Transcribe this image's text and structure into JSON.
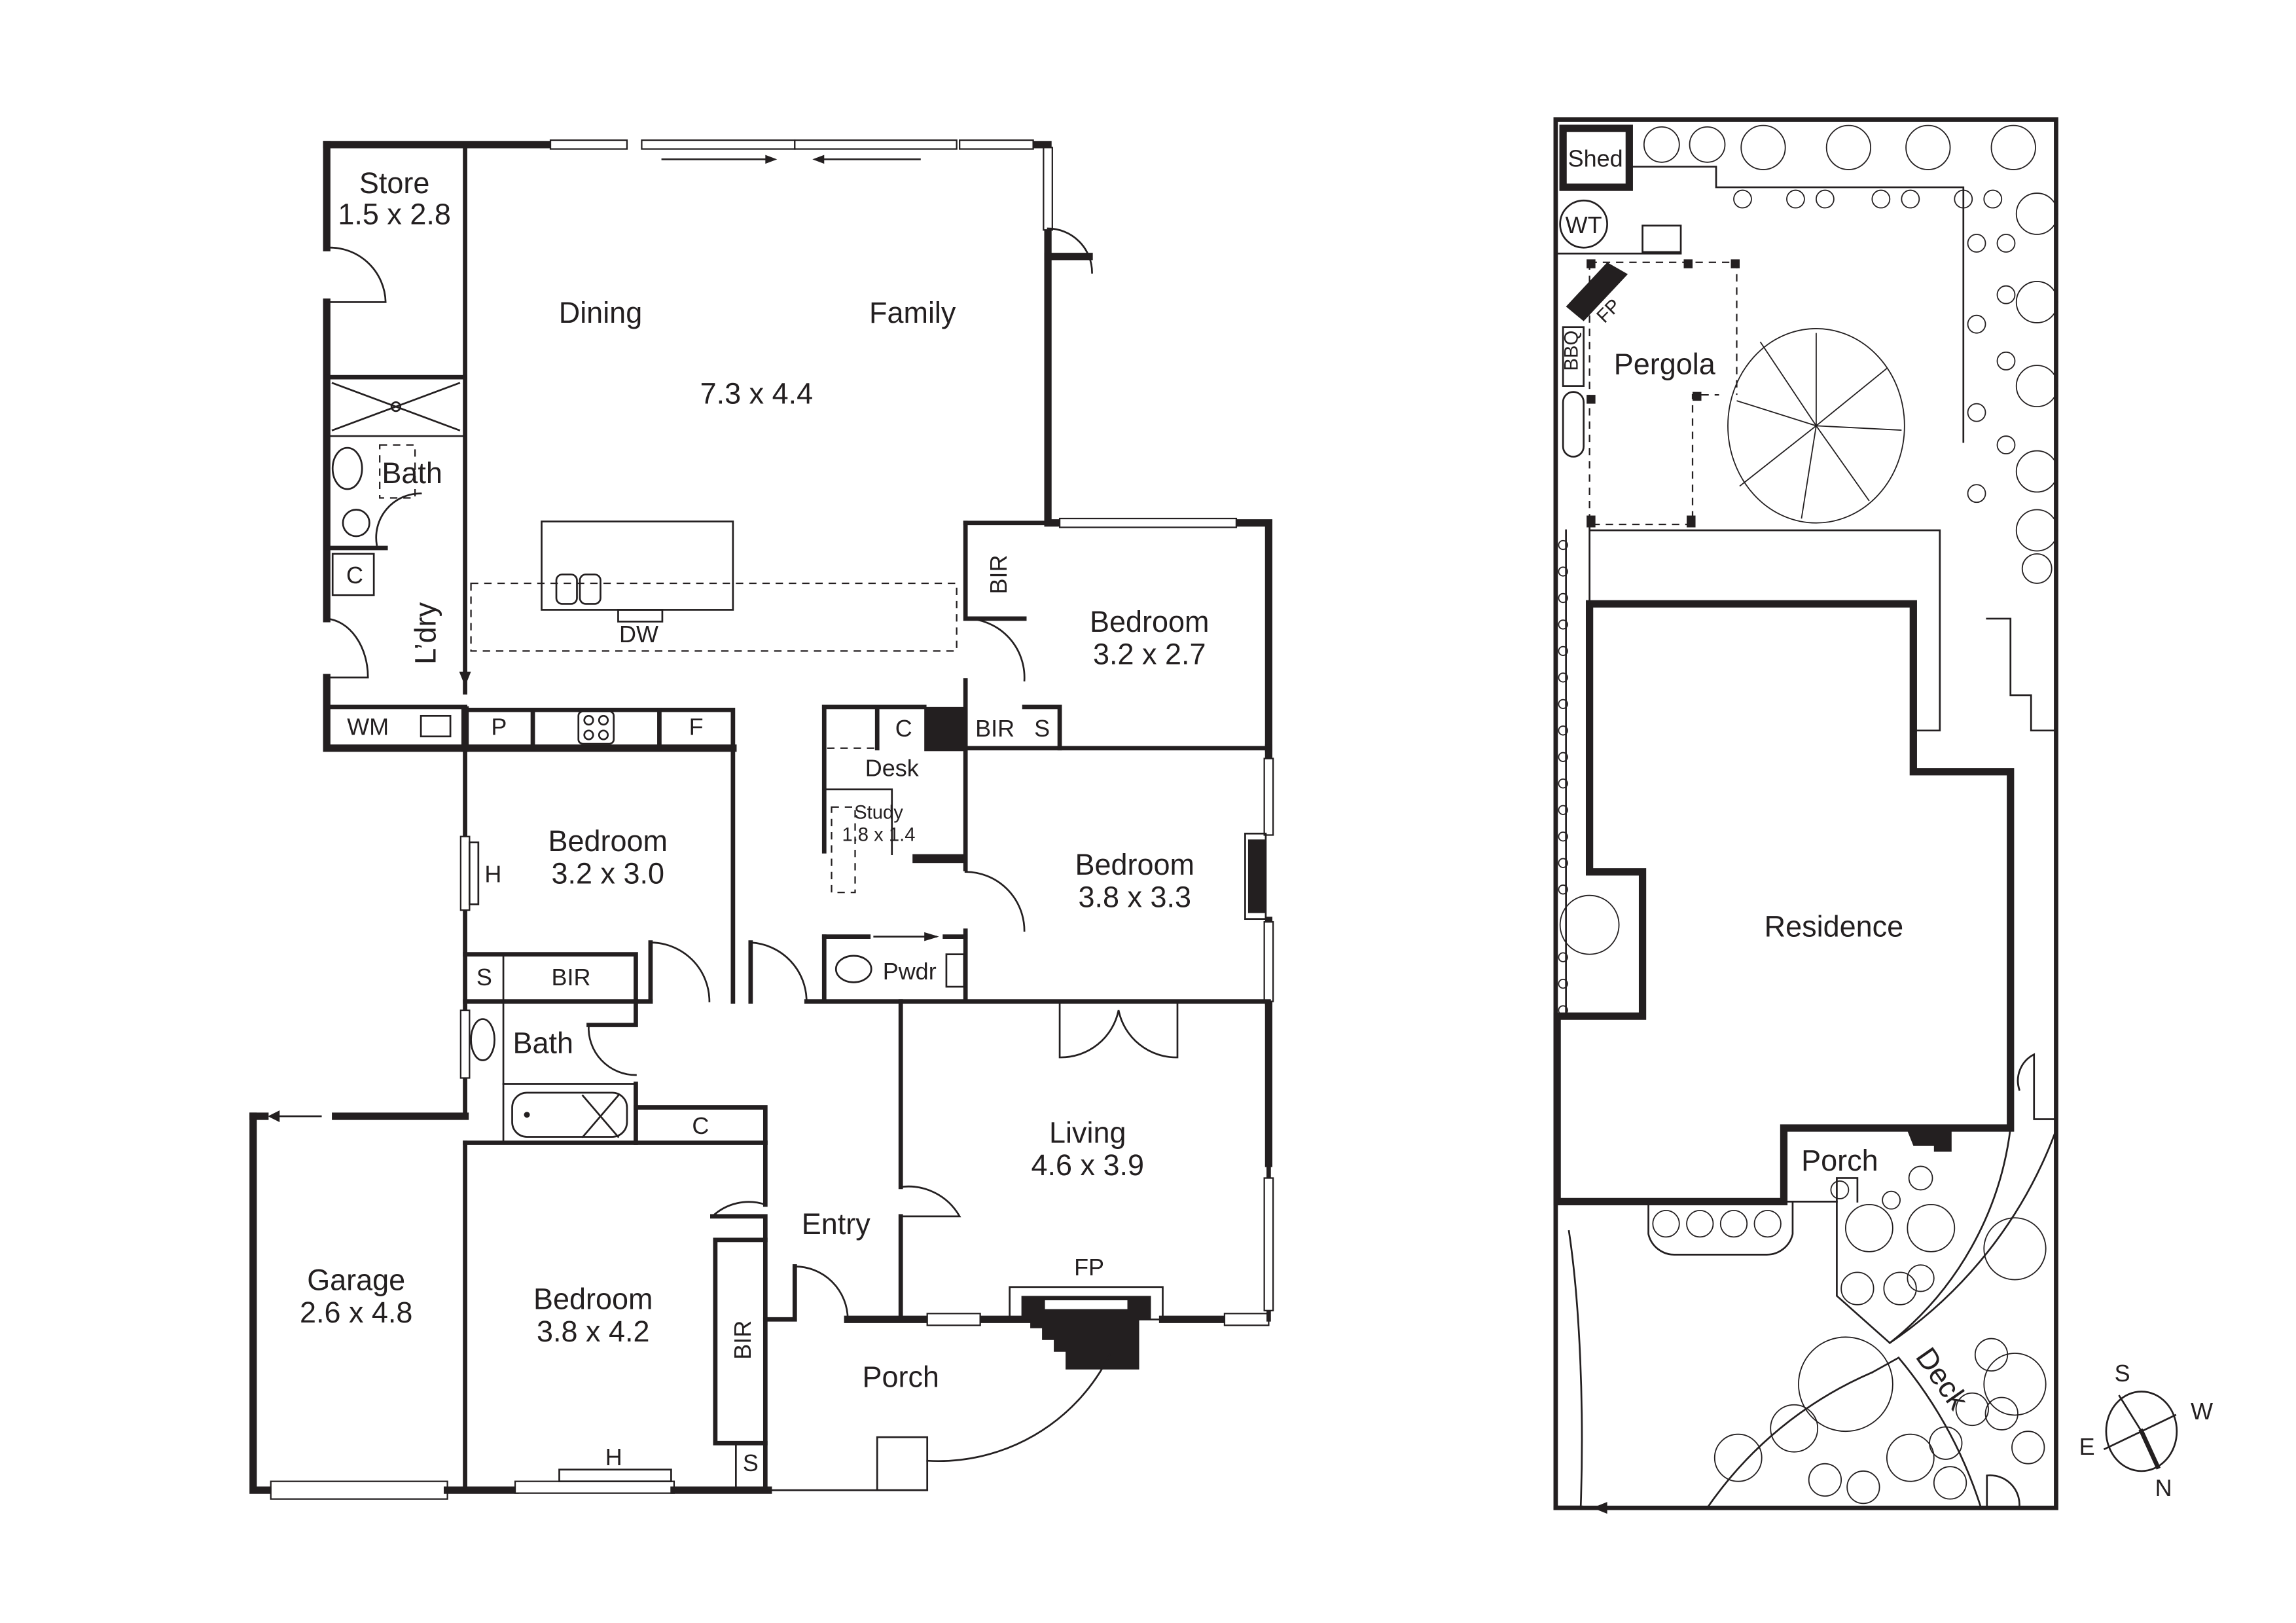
{
  "floor_plan": {
    "rooms": [
      {
        "id": "store",
        "name": "Store",
        "dims": "1.5 x 2.8"
      },
      {
        "id": "dining",
        "name": "Dining"
      },
      {
        "id": "family",
        "name": "Family"
      },
      {
        "id": "dining_family",
        "dims": "7.3 x 4.4"
      },
      {
        "id": "bath_upper",
        "name": "Bath"
      },
      {
        "id": "laundry",
        "name": "L’dry"
      },
      {
        "id": "bedroom_ne",
        "name": "Bedroom",
        "dims": "3.2 x 2.7"
      },
      {
        "id": "bedroom_w",
        "name": "Bedroom",
        "dims": "3.2 x 3.0"
      },
      {
        "id": "study",
        "name": "Study",
        "dims": "1.8 x 1.4"
      },
      {
        "id": "bedroom_e",
        "name": "Bedroom",
        "dims": "3.8 x 3.3"
      },
      {
        "id": "bath_lower",
        "name": "Bath"
      },
      {
        "id": "powder",
        "name": "Pwdr"
      },
      {
        "id": "living",
        "name": "Living",
        "dims": "4.6 x 3.9"
      },
      {
        "id": "entry",
        "name": "Entry"
      },
      {
        "id": "garage",
        "name": "Garage",
        "dims": "2.6 x 4.8"
      },
      {
        "id": "bedroom_sw",
        "name": "Bedroom",
        "dims": "3.8 x 4.2"
      },
      {
        "id": "porch",
        "name": "Porch"
      }
    ],
    "fixtures": {
      "cupboard": "C",
      "built_in_robe": "BIR",
      "shelves": "S",
      "washing_machine": "WM",
      "pantry": "P",
      "fridge": "F",
      "dishwasher": "DW",
      "desk": "Desk",
      "heater": "H",
      "fireplace": "FP"
    }
  },
  "site_plan": {
    "labels": {
      "shed": "Shed",
      "water_tank": "WT",
      "fireplace": "FP",
      "bbq": "BBQ",
      "pergola": "Pergola",
      "residence": "Residence",
      "porch": "Porch",
      "deck": "Deck"
    },
    "compass": {
      "s": "S",
      "w": "W",
      "e": "E",
      "n": "N"
    }
  },
  "colors": {
    "line": "#231f20",
    "background": "#ffffff"
  }
}
